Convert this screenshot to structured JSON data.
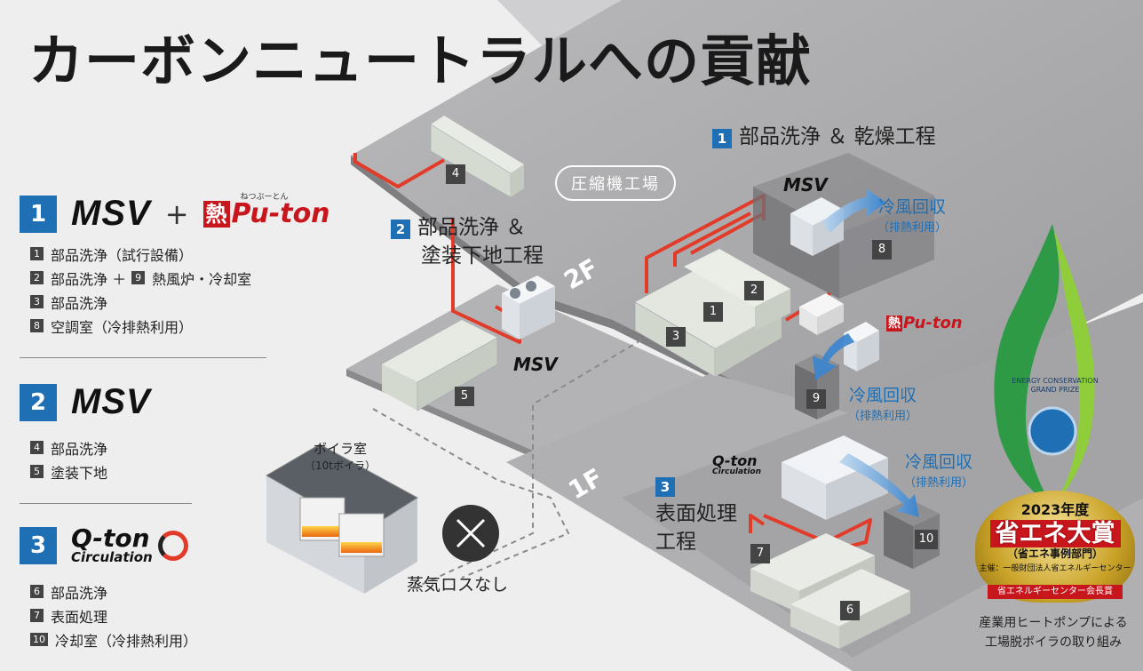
{
  "title": "カーボンニュートラルへの貢献",
  "legend": {
    "group1": {
      "badge": "1",
      "brand1": "MSV",
      "plus": "+",
      "brand2_kanji": "熱",
      "brand2_name": "Pu-ton",
      "brand2_ruby": "ねつぷーとん",
      "items": [
        {
          "n": "1",
          "text": "部品洗浄（試行設備）"
        },
        {
          "n": "2",
          "text": "部品洗浄 ＋",
          "n2": "9",
          "text2": "熱風炉・冷却室"
        },
        {
          "n": "3",
          "text": "部品洗浄"
        },
        {
          "n": "8",
          "text": "空調室（冷排熱利用）"
        }
      ]
    },
    "group2": {
      "badge": "2",
      "brand": "MSV",
      "items": [
        {
          "n": "4",
          "text": "部品洗浄"
        },
        {
          "n": "5",
          "text": "塗装下地"
        }
      ]
    },
    "group3": {
      "badge": "3",
      "brand_top": "Q-ton",
      "brand_bottom": "Circulation",
      "items": [
        {
          "n": "6",
          "text": "部品洗浄"
        },
        {
          "n": "7",
          "text": "表面処理"
        },
        {
          "n": "10",
          "text": "冷却室（冷排熱利用）"
        }
      ]
    }
  },
  "diagram": {
    "hall_label": "圧縮機工場",
    "floor_2f": "2F",
    "floor_1f": "1F",
    "proc1": {
      "badge": "1",
      "text": "部品洗浄 ＆ 乾燥工程"
    },
    "proc2": {
      "badge": "2",
      "line1": "部品洗浄 ＆",
      "line2": "塗装下地工程"
    },
    "proc3": {
      "badge": "3",
      "line1": "表面処理",
      "line2": "工程"
    },
    "cool_air": [
      {
        "main": "冷風回収",
        "sub": "（排熱利用）"
      },
      {
        "main": "冷風回収",
        "sub": "（排熱利用）"
      },
      {
        "main": "冷風回収",
        "sub": "（排熱利用）"
      }
    ],
    "boiler": {
      "line1": "ボイラ室",
      "line2": "（10tボイラ）"
    },
    "no_steam_loss": "蒸気ロスなし",
    "brand_msv": "MSV",
    "brand_puton": "Pu-ton",
    "brand_puton_kanji": "熱",
    "brand_qton": "Q-ton",
    "brand_qton_sub": "Circulation",
    "unit_numbers": [
      "1",
      "2",
      "3",
      "4",
      "5",
      "6",
      "7",
      "8",
      "9",
      "10"
    ]
  },
  "award": {
    "ribbon_text": "ENERGY CONSERVATION GRAND PRIZE",
    "year": "2023年度",
    "main": "省エネ大賞",
    "sub": "（省エネ事例部門）",
    "organizer": "主催：一般財団法人省エネルギーセンター",
    "prize": "省エネルギーセンター会長賞",
    "caption_line1": "産業用ヒートポンプによる",
    "caption_line2": "工場脱ボイラの取り組み"
  },
  "colors": {
    "accent_blue": "#1f6fb5",
    "pipe_red": "#e23b2a",
    "floor_gray": "#a9a9ab",
    "award_green": "#2e9a45",
    "award_red": "#c8161d",
    "award_gold": "#c9a227"
  }
}
